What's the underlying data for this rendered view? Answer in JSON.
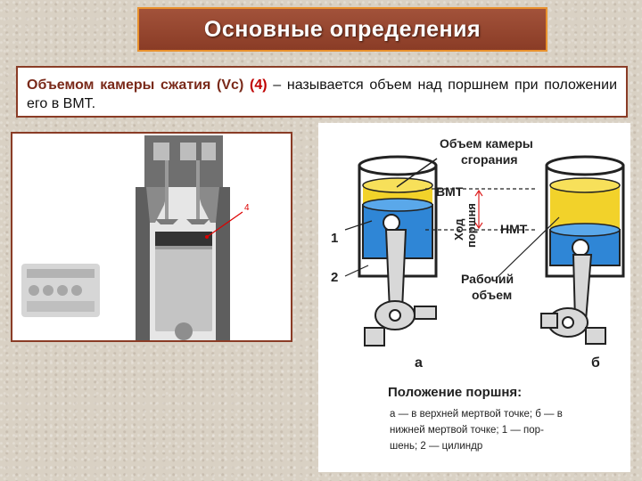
{
  "title": "Основные определения",
  "definition": {
    "term": "Объемом камеры сжатия (Vc)",
    "number": "(4)",
    "rest": " – называется объем над поршнем при положении его в ВМТ."
  },
  "left_figure": {
    "callout": "4"
  },
  "right_figure": {
    "label_chamber_line1": "Объем камеры",
    "label_chamber_line2": "сгорания",
    "label_tdc": "ВМТ",
    "label_bdc": "НМТ",
    "label_stroke_line1": "Ход",
    "label_stroke_line2": "поршня",
    "label_working_line1": "Рабочий",
    "label_working_line2": "объем",
    "label_1": "1",
    "label_2": "2",
    "label_a": "а",
    "label_b": "б",
    "caption_title": "Положение поршня:",
    "caption_line1": "а — в верхней мертвой точке; б — в",
    "caption_line2": "нижней мертвой точке; 1 — пор-",
    "caption_line3": "шень; 2 — цилиндр"
  }
}
